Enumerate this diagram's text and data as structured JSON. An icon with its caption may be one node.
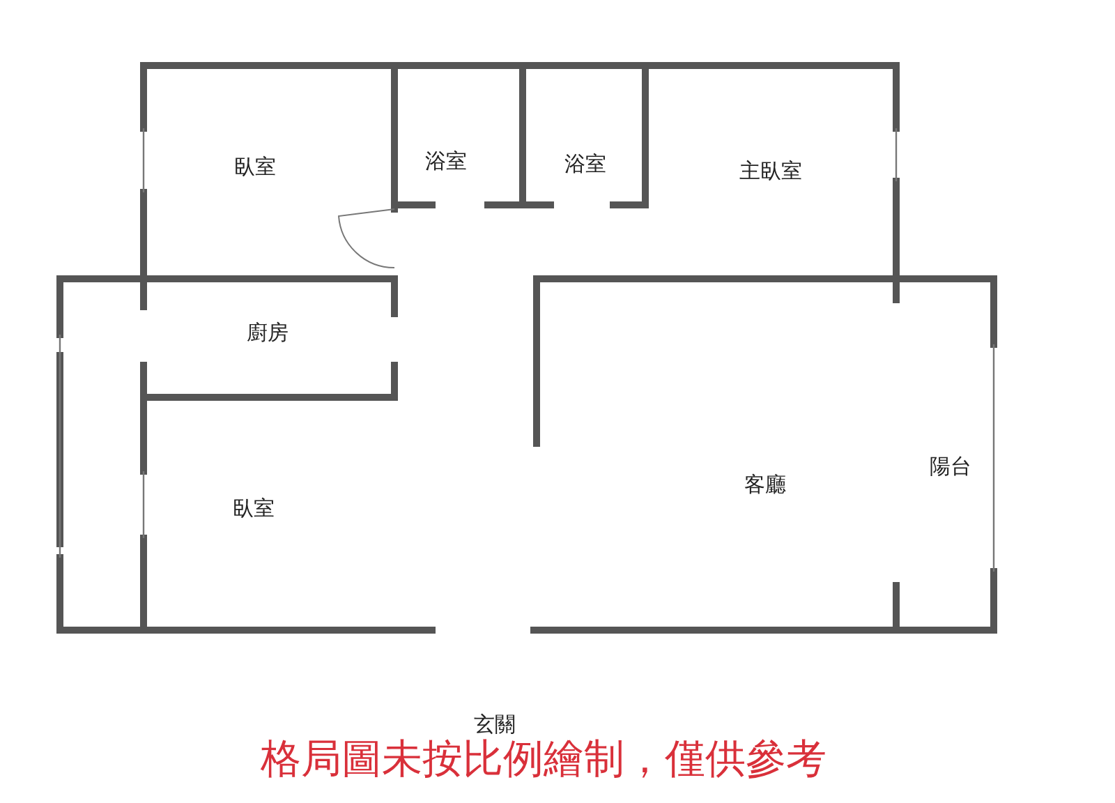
{
  "diagram": {
    "caption": "格局圖未按比例繪制，僅供參考",
    "labels": [
      "臥室",
      "浴室",
      "浴室",
      "主臥室",
      "廚房",
      "臥室",
      "客廳",
      "陽台",
      "玄關"
    ]
  }
}
